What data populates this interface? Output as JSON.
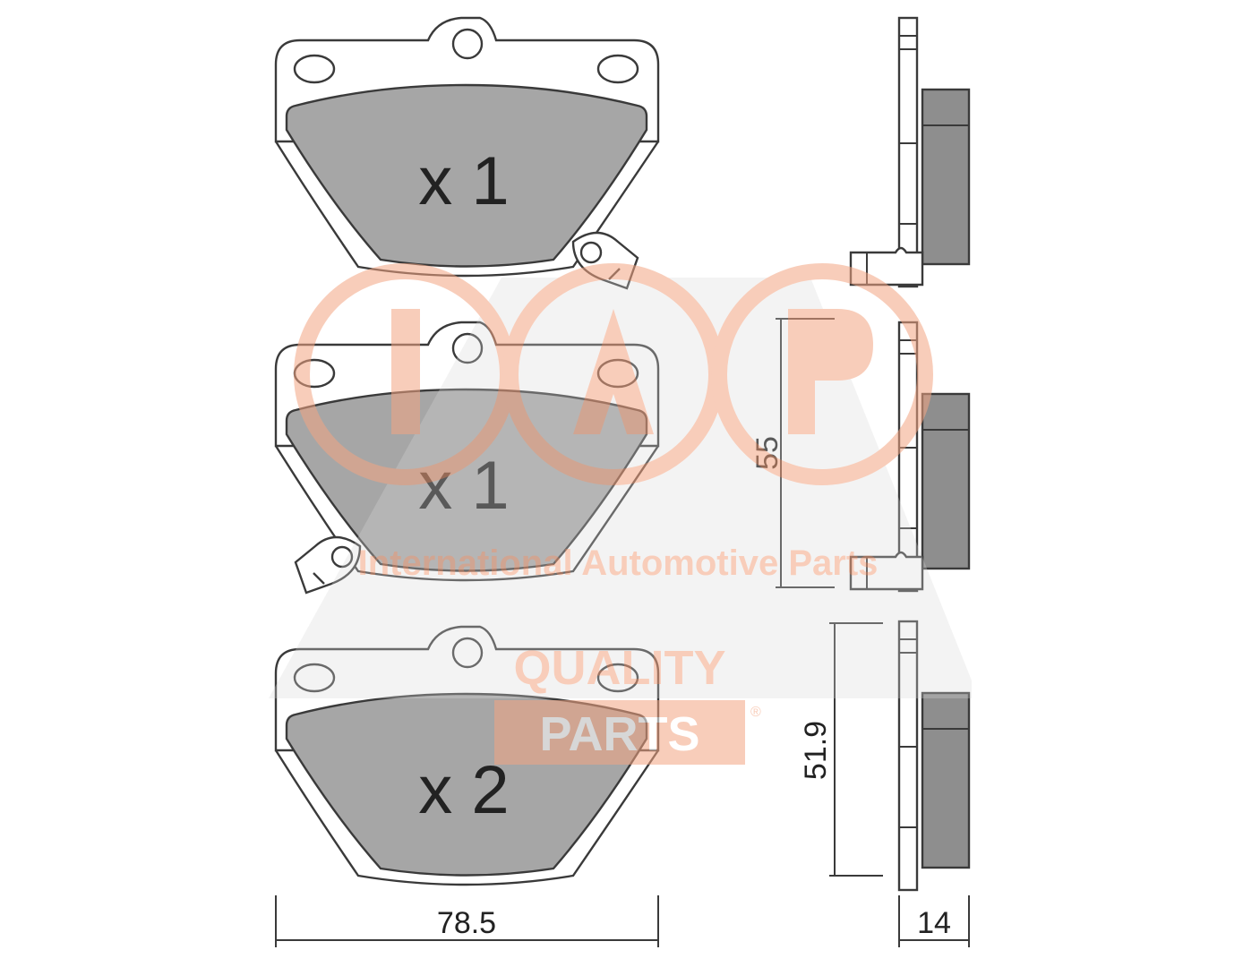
{
  "pads": [
    {
      "qty_label": "x 1",
      "has_sensor": true
    },
    {
      "qty_label": "x 1",
      "has_sensor": true
    },
    {
      "qty_label": "x 2",
      "has_sensor": false
    }
  ],
  "dimensions": {
    "width": "78.5",
    "height_top": "55",
    "height_bottom": "51.9",
    "thickness": "14"
  },
  "watermark": {
    "logo": "IAP",
    "tagline": "International Automotive Parts",
    "quality_line1": "QUALITY",
    "quality_line2": "PARTS",
    "registered": "®",
    "color": "#f4a582"
  },
  "colors": {
    "outline": "#3a3a3a",
    "friction": "#a6a6a6",
    "side_friction": "#8e8e8e"
  }
}
